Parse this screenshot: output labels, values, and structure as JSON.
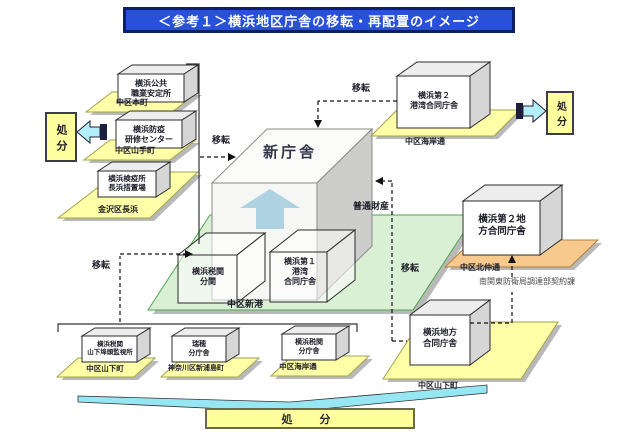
{
  "title": "＜参考１＞横浜地区庁舎の移転・再配置のイメージ",
  "annotations": {
    "transfer": "移転",
    "disposal_vertical": "処分",
    "disposal_horizontal": "処　分",
    "ordinary_property": "普通財産",
    "defense_bureau_note": "南関東防衛局調達部契約課"
  },
  "new_building": {
    "name": "新庁舎",
    "site": "中区新港"
  },
  "left_buildings": [
    {
      "line1": "横浜公共",
      "line2": "職業安定所",
      "site": "中区本町"
    },
    {
      "line1": "横浜防疫",
      "line2": "研修センター",
      "site": "中区山手町"
    },
    {
      "line1": "横浜検疫所",
      "line2": "長浜措置場",
      "site": "金沢区長浜"
    }
  ],
  "site_buildings": [
    {
      "line1": "横浜税関",
      "line2": "分関"
    },
    {
      "line1": "横浜第１",
      "line2": "港湾",
      "line3": "合同庁舎"
    }
  ],
  "right_buildings": [
    {
      "line1": "横浜第２",
      "line2": "港湾合同庁舎",
      "site": "中区海岸通"
    },
    {
      "line1": "横浜第２地",
      "line2": "方合同庁舎",
      "site": "中区北仲通"
    },
    {
      "line1": "横浜地方",
      "line2": "合同庁舎",
      "site": "中区山下町"
    }
  ],
  "bottom_buildings": [
    {
      "line1": "横浜税関",
      "line2": "山下埠頭監視所",
      "site": "中区山下町"
    },
    {
      "line1": "瑞穂",
      "line2": "分庁舎",
      "site": "神奈川区新浦島町"
    },
    {
      "line1": "横浜税関",
      "line2": "分庁舎",
      "site": "中区海岸通"
    }
  ]
}
